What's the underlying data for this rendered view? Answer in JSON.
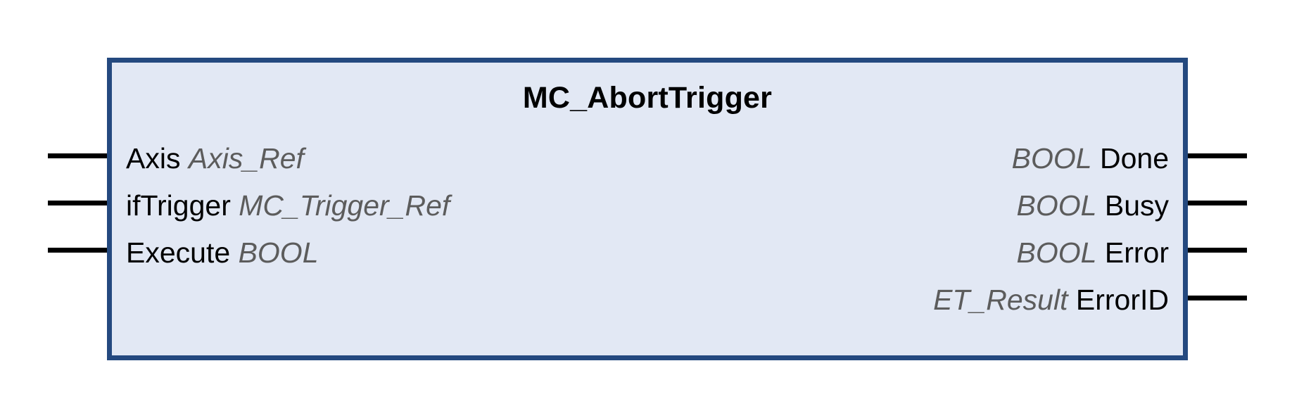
{
  "diagram": {
    "type": "function-block",
    "title": "MC_AbortTrigger",
    "colors": {
      "border": "#24497f",
      "fill": "#e2e8f4",
      "name_text": "#000000",
      "type_text": "#5c5c5c",
      "pin_line": "#000000",
      "background": "#ffffff"
    },
    "inputs": [
      {
        "name": "Axis",
        "type": "Axis_Ref"
      },
      {
        "name": "ifTrigger",
        "type": "MC_Trigger_Ref"
      },
      {
        "name": "Execute",
        "type": "BOOL"
      }
    ],
    "outputs": [
      {
        "name": "Done",
        "type": "BOOL"
      },
      {
        "name": "Busy",
        "type": "BOOL"
      },
      {
        "name": "Error",
        "type": "BOOL"
      },
      {
        "name": "ErrorID",
        "type": "ET_Result"
      }
    ]
  }
}
